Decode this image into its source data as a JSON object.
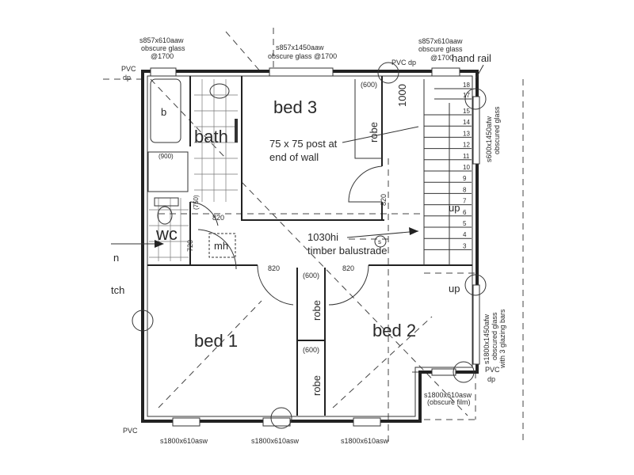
{
  "rooms": {
    "bed1": "bed 1",
    "bed2": "bed 2",
    "bed3": "bed 3",
    "bath": "bath",
    "wc": "wc",
    "mh": "mh",
    "bathtub": "b",
    "robe": "robe"
  },
  "windows": {
    "top_left": [
      "s857x610aaw",
      "obscure glass",
      "@1700"
    ],
    "top_center": [
      "s857x1450aaw",
      "obscure glass @1700"
    ],
    "top_right": [
      "s857x610aaw",
      "obscure glass",
      "@1700"
    ],
    "right_upper": [
      "s600x1450afw",
      "obscured glass"
    ],
    "right_lower": [
      "s1800x1450afw",
      "obscured glass",
      "with 3 glazing bars"
    ],
    "bed2_corner": [
      "s1800x610asw",
      "(obscure film)"
    ],
    "bottom": [
      "s1800x610asw",
      "s1800x610asw",
      "s1800x610asw"
    ]
  },
  "annotations": {
    "hand_rail": "hand rail",
    "post": [
      "75 x 75 post at",
      "end of wall"
    ],
    "balustrade": [
      "1030hi",
      "timber balustrade"
    ],
    "pvc": "PVC",
    "dp": "dp",
    "pvc_dp": "PVC dp",
    "up": "up",
    "smoke": "s",
    "partial_left_1": "n",
    "partial_left_2": "tch"
  },
  "dimensions": {
    "robe_600": "(600)",
    "d1000": "1000",
    "d820": "820",
    "d720": "720",
    "shower_900": "(900)",
    "d750": "(750)"
  },
  "stair_numbers": [
    "18",
    "17",
    "15",
    "14",
    "13",
    "12",
    "11",
    "10",
    "9",
    "8",
    "7",
    "6",
    "5",
    "4",
    "3"
  ]
}
